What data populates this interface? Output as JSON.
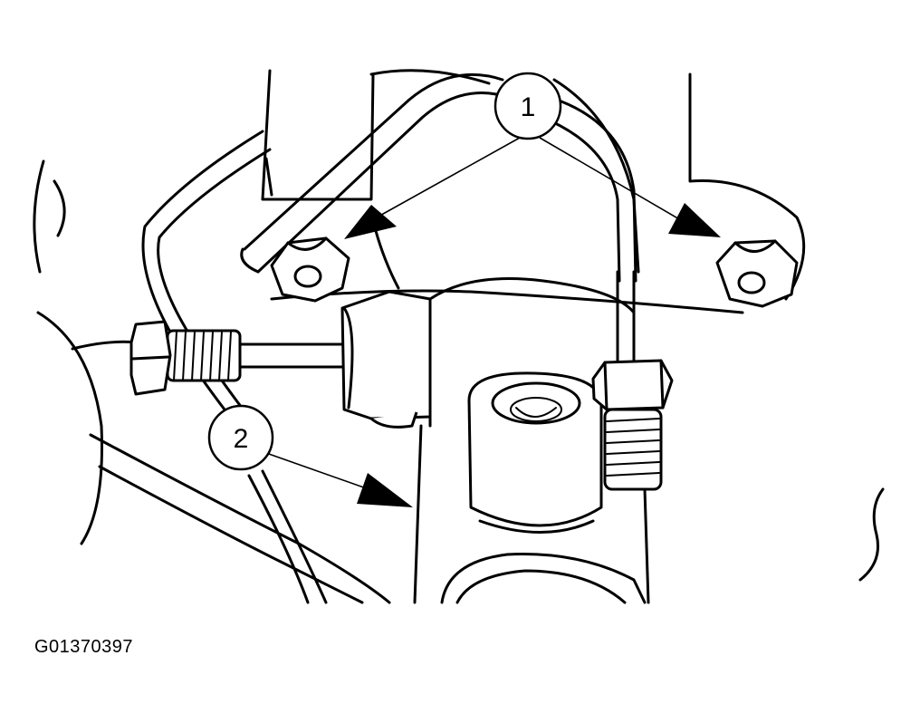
{
  "callouts": [
    {
      "number": "1"
    },
    {
      "number": "2"
    }
  ],
  "figure_id": "G01370397",
  "colors": {
    "line": "#000000",
    "background": "#ffffff"
  }
}
